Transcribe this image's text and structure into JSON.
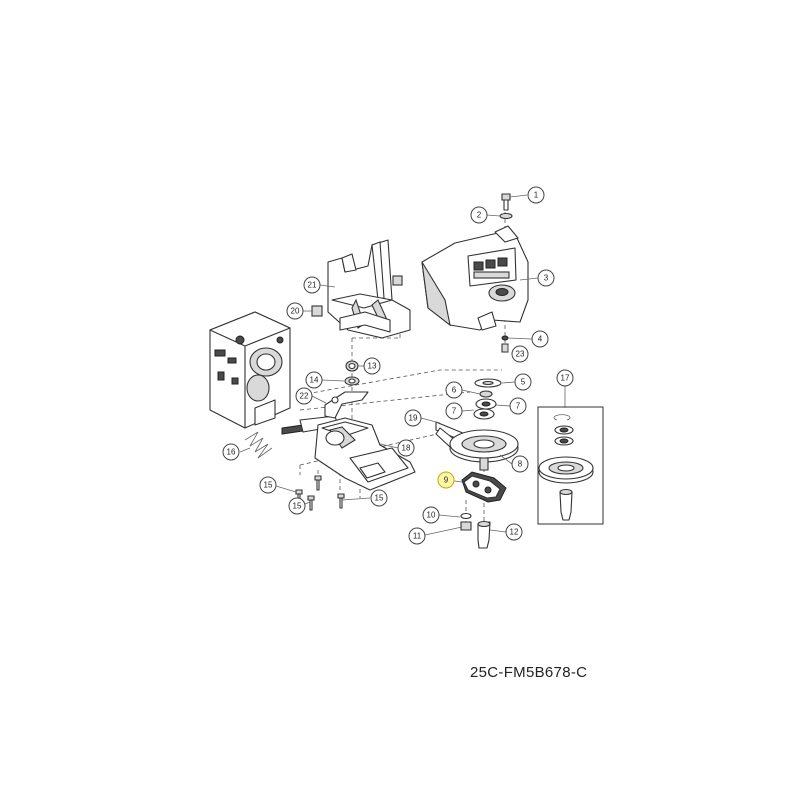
{
  "diagram": {
    "reference_code": "25C-FM5B678-C",
    "callouts": [
      {
        "id": "c1",
        "label": "1"
      },
      {
        "id": "c2",
        "label": "2"
      },
      {
        "id": "c3",
        "label": "3"
      },
      {
        "id": "c4",
        "label": "4"
      },
      {
        "id": "c5",
        "label": "5"
      },
      {
        "id": "c6",
        "label": "6"
      },
      {
        "id": "c7a",
        "label": "7"
      },
      {
        "id": "c7b",
        "label": "7"
      },
      {
        "id": "c8",
        "label": "8"
      },
      {
        "id": "c9",
        "label": "9"
      },
      {
        "id": "c10",
        "label": "10"
      },
      {
        "id": "c11",
        "label": "11"
      },
      {
        "id": "c12",
        "label": "12"
      },
      {
        "id": "c13",
        "label": "13"
      },
      {
        "id": "c14",
        "label": "14"
      },
      {
        "id": "c15a",
        "label": "15"
      },
      {
        "id": "c15b",
        "label": "15"
      },
      {
        "id": "c15c",
        "label": "15"
      },
      {
        "id": "c16",
        "label": "16"
      },
      {
        "id": "c17",
        "label": "17"
      },
      {
        "id": "c18",
        "label": "18"
      },
      {
        "id": "c19",
        "label": "19"
      },
      {
        "id": "c20",
        "label": "20"
      },
      {
        "id": "c21",
        "label": "21"
      },
      {
        "id": "c22",
        "label": "22"
      },
      {
        "id": "c23",
        "label": "23"
      }
    ],
    "highlighted_callout": "9"
  }
}
